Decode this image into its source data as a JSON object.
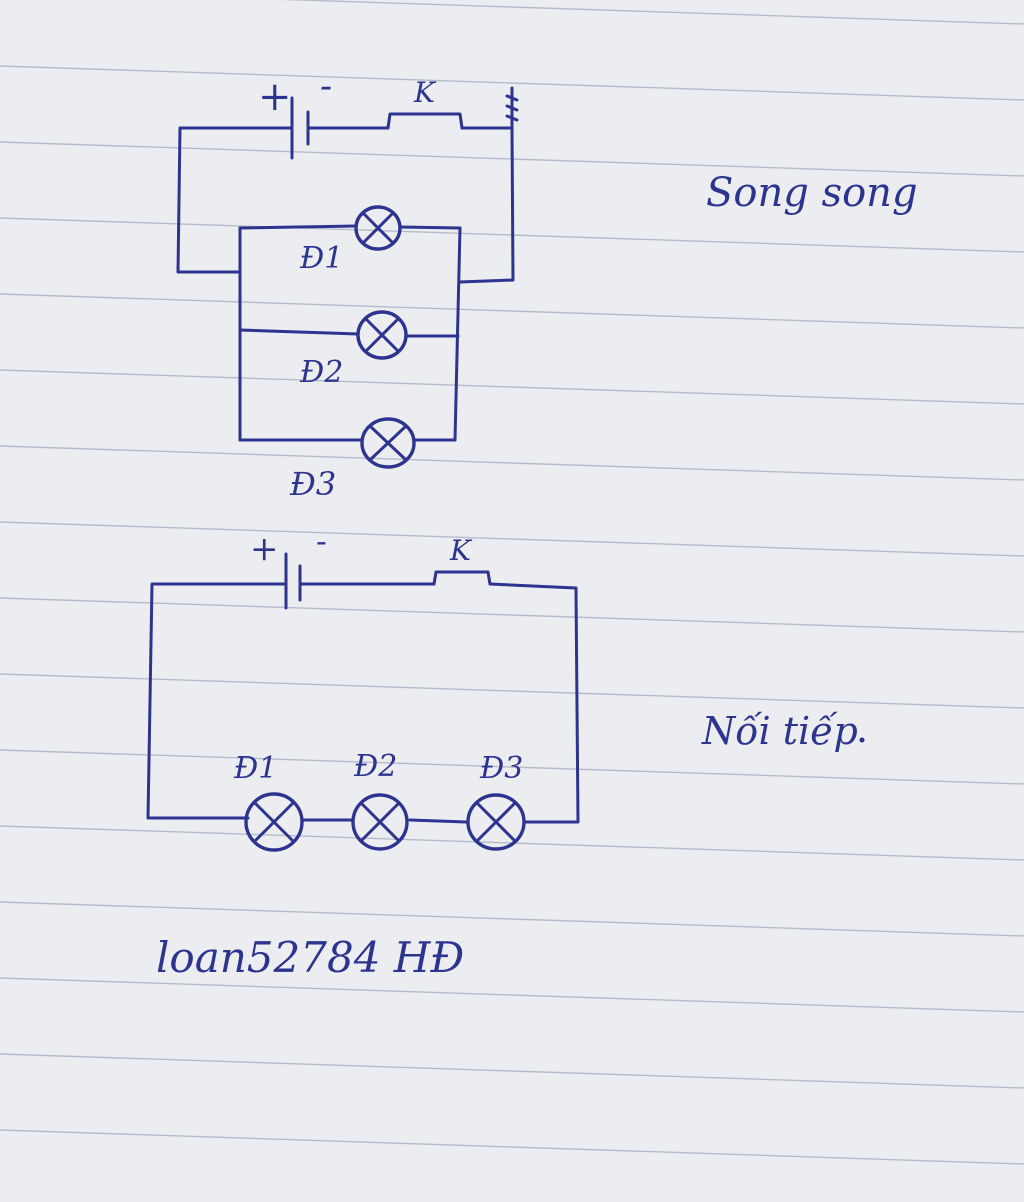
{
  "colors": {
    "ink": "#2d3490",
    "paper": "#ecedf1",
    "rule": "#b4bccc"
  },
  "parallel_circuit": {
    "label": "Song song",
    "battery_plus": "+",
    "battery_minus": "-",
    "switch_label": "K",
    "lamps": [
      "Đ1",
      "Đ2",
      "Đ3"
    ]
  },
  "series_circuit": {
    "label": "Nối tiếp",
    "battery_plus": "+",
    "battery_minus": "-",
    "switch_label": "K",
    "lamps": [
      "Đ1",
      "Đ2",
      "Đ3"
    ]
  },
  "signature": "loan52784 HĐ"
}
